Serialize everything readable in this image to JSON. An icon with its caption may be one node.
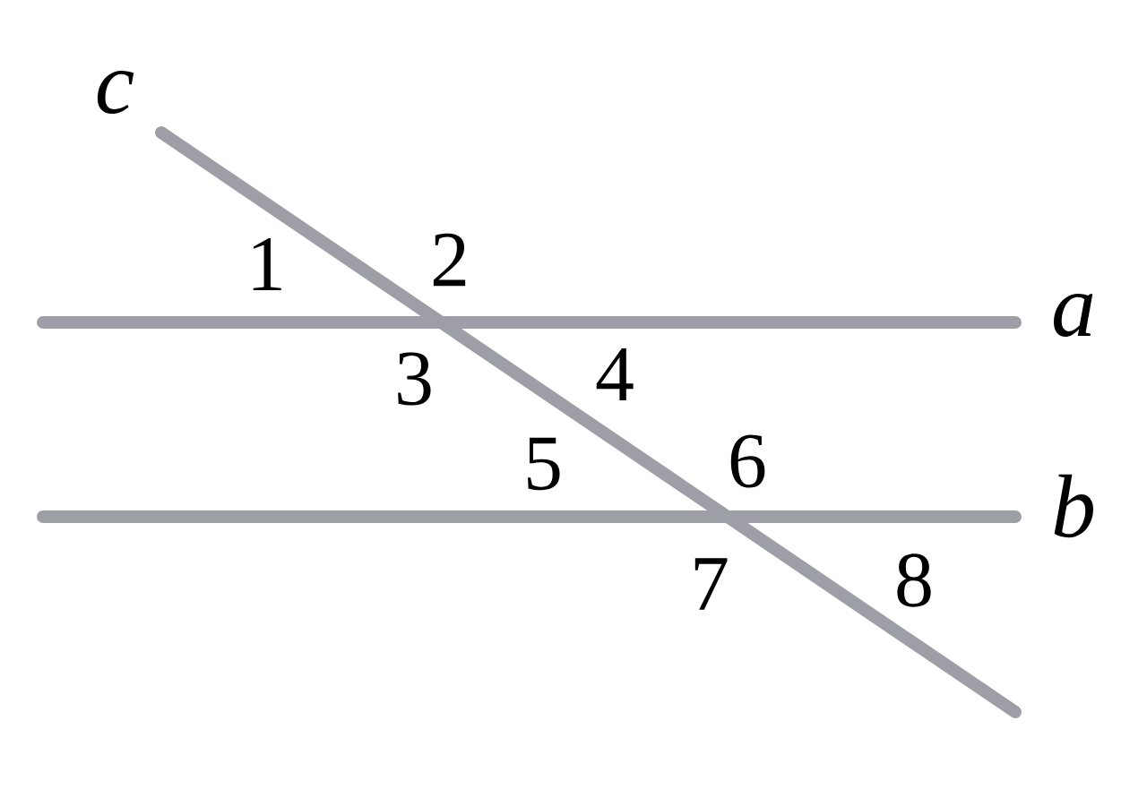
{
  "diagram": {
    "labels": [
      "c",
      "1",
      "2",
      "a",
      "3",
      "4",
      "5",
      "6",
      "b",
      "7",
      "8"
    ]
  }
}
